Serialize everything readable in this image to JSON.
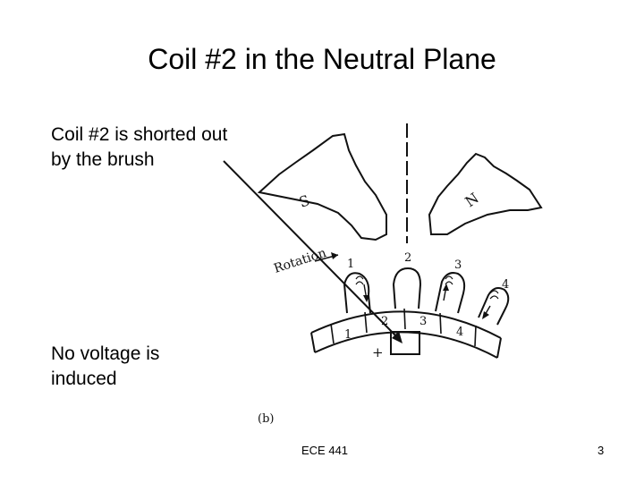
{
  "slide": {
    "title": "Coil #2 in the Neutral Plane",
    "annotation_top": "Coil #2 is shorted out by the brush",
    "annotation_bottom": "No voltage is induced",
    "footer": "ECE 441",
    "page_number": "3"
  },
  "figure": {
    "pole_left": "S",
    "pole_right": "N",
    "rotation_label": "Rotation",
    "coil_labels": [
      "1",
      "2",
      "3",
      "4"
    ],
    "segment_labels": [
      "1",
      "2",
      "3",
      "4"
    ],
    "brush_label": "+",
    "caption": "(b)"
  }
}
